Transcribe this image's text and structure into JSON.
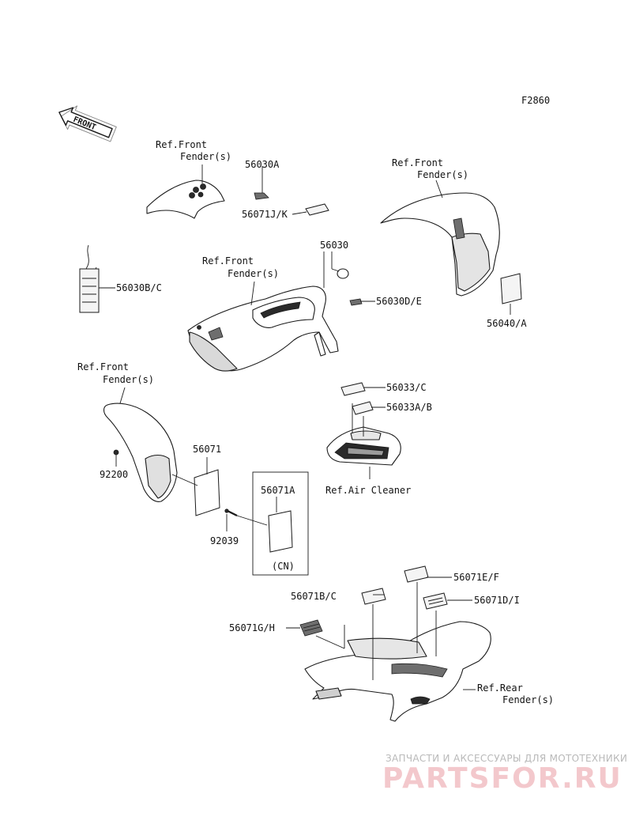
{
  "diagram_id": "F2860",
  "front_arrow": {
    "label": "FRONT",
    "icon": "front-direction-arrow-icon"
  },
  "references": {
    "front_fender_top": [
      "Ref.Front",
      "Fender(s)"
    ],
    "front_fender_center": [
      "Ref.Front",
      "Fender(s)"
    ],
    "front_fender_right": [
      "Ref.Front",
      "Fender(s)"
    ],
    "front_fender_left": [
      "Ref.Front",
      "Fender(s)"
    ],
    "air_cleaner": "Ref.Air Cleaner",
    "rear_fender": [
      "Ref.Rear",
      "Fender(s)"
    ]
  },
  "part_numbers": {
    "p56030A": "56030A",
    "p56071JK": "56071J/K",
    "p56030": "56030",
    "p56030BC": "56030B/C",
    "p56030DE": "56030D/E",
    "p56040A": "56040/A",
    "p56033C": "56033/C",
    "p56033AB": "56033A/B",
    "p56071": "56071",
    "p92200": "92200",
    "p92039": "92039",
    "p56071A": "56071A",
    "p56071EF": "56071E/F",
    "p56071BC": "56071B/C",
    "p56071DI": "56071D/I",
    "p56071GH": "56071G/H"
  },
  "variant_box_label": "(CN)",
  "watermark": {
    "tagline": "ЗАПЧАСТИ И АКСЕССУАРЫ ДЛЯ МОТОТЕХНИКИ",
    "logo": "PARTSFOR.RU"
  }
}
